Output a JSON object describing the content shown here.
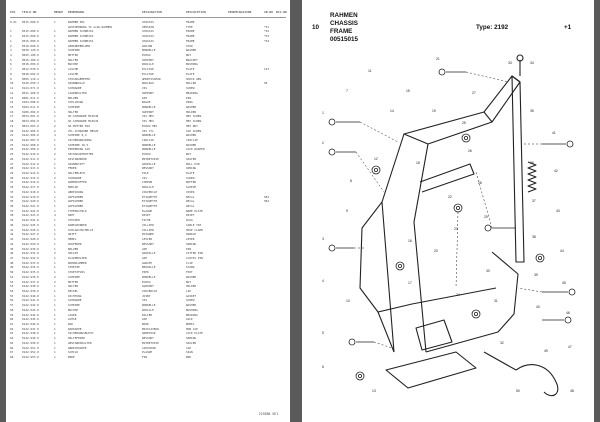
{
  "header": {
    "cols": [
      "POS",
      "TEILE-NR",
      "MENGE",
      "BENENNUNG",
      "DESIGNATION",
      "DESCRIPTION",
      "DENOMINAZIONE",
      "AB-NR",
      "BIS-NR"
    ],
    "page_ref": "PL-1-A"
  },
  "rows": [
    {
      "pos": "0.01",
      "part": "0515.000.0",
      "qty": "1",
      "name": "RAHMEN KPL",
      "desig": "CHASSIS",
      "desc": "FRAME"
    },
    {
      "pos": "",
      "part": "",
      "qty": "",
      "name": "AUSFUEHRUNG T4 2+SK-RAHMEN",
      "desig": "VERSION",
      "desc": "TYPE",
      "note": "*01"
    },
    {
      "pos": "1",
      "part": "0515.000.0",
      "qty": "1",
      "name": "RAHMEN SCHWEISS",
      "desig": "CHASSIS",
      "desc": "FRAME",
      "note": "*02"
    },
    {
      "pos": "1",
      "part": "0515.000.0",
      "qty": "1",
      "name": "RAHMEN SCHWEISS",
      "desig": "CHASSIS",
      "desc": "FRAME",
      "note": "*03"
    },
    {
      "pos": "1",
      "part": "0515.000.0",
      "qty": "1",
      "name": "RAHMEN SCHWEISS",
      "desig": "CHASSIS",
      "desc": "FRAME",
      "note": "*04"
    },
    {
      "pos": "2",
      "part": "0516.000.0",
      "qty": "1",
      "name": "GEWINDEBOLZEN",
      "desig": "GOUJON",
      "desc": "STUD"
    },
    {
      "pos": "3",
      "part": "0030.120.0",
      "qty": "1",
      "name": "SCHEIBE",
      "desig": "RONDELLE",
      "desc": "WASHER"
    },
    {
      "pos": "4",
      "part": "0025.100.0",
      "qty": "1",
      "name": "MUTTER",
      "desig": "ECROU",
      "desc": "NUT"
    },
    {
      "pos": "5",
      "part": "0015.200.0",
      "qty": "1",
      "name": "HALTER",
      "desig": "SUPPORT",
      "desc": "BRACKET"
    },
    {
      "pos": "6",
      "part": "0518.009.0",
      "qty": "1",
      "name": "BUCHSE",
      "desig": "DOUILLE",
      "desc": "BUSHING"
    },
    {
      "pos": "7",
      "part": "0012.030.0",
      "qty": "1",
      "name": "LASCHE",
      "desig": "ECLISSE",
      "desc": "PLATE",
      "note": "123"
    },
    {
      "pos": "8",
      "part": "0018.002.0",
      "qty": "1",
      "name": "LASCHE",
      "desig": "ECLISSE",
      "desc": "PLATE"
    },
    {
      "pos": "9",
      "part": "0095.110.4",
      "qty": "1",
      "name": "STOSSDAEMPFER",
      "desig": "AMORTISSEUR",
      "desc": "SHOCK ABS."
    },
    {
      "pos": "10",
      "part": "0120.050.3",
      "qty": "1",
      "name": "SPANNROLLE",
      "desig": "ROULEAU",
      "desc": "ROLLER",
      "note": "58"
    },
    {
      "pos": "11",
      "part": "0124.071.0",
      "qty": "1",
      "name": "SCHRAUBE",
      "desig": "VIS",
      "desc": "SCREW"
    },
    {
      "pos": "12",
      "part": "0011.400.0",
      "qty": "1",
      "name": "LAGERHALTER",
      "desig": "SUPPORT",
      "desc": "BEARING"
    },
    {
      "pos": "13",
      "part": "0081.011.0",
      "qty": "1",
      "name": "BOLZEN",
      "desig": "AXE",
      "desc": "PIN"
    },
    {
      "pos": "14",
      "part": "0184.008.0",
      "qty": "1",
      "name": "STELLRING",
      "desig": "BAGUE",
      "desc": "RING"
    },
    {
      "pos": "15",
      "part": "0184.011.0",
      "qty": "1",
      "name": "SCHEIBE",
      "desig": "RONDELLE",
      "desc": "WASHER"
    },
    {
      "pos": "16",
      "part": "0186.002.0",
      "qty": "1",
      "name": "HALTER",
      "desig": "SUPPORT",
      "desc": "HOLDER"
    },
    {
      "pos": "17",
      "part": "0034.001.0",
      "qty": "1",
      "name": "SK-SCHRAUBE M10X40",
      "desig": "VIS HEX",
      "desc": "HEX SCREW"
    },
    {
      "pos": "18",
      "part": "0034.002.0",
      "qty": "1",
      "name": "SK-SCHRAUBE M10X45",
      "desig": "VIS HEX",
      "desc": "HEX SCREW"
    },
    {
      "pos": "19",
      "part": "0034.003.0",
      "qty": "2",
      "name": "SK-MUTTER M10",
      "desig": "ECROU HEX",
      "desc": "HEX NUT"
    },
    {
      "pos": "20",
      "part": "0142.905.0",
      "qty": "2",
      "name": "ZYL-SCHRAUBE M8X20",
      "desig": "VIS CYL",
      "desc": "CAP SCREW"
    },
    {
      "pos": "21",
      "part": "0142.906.0",
      "qty": "4",
      "name": "SCHEIBE 8,4",
      "desig": "RONDELLE",
      "desc": "WASHER"
    },
    {
      "pos": "22",
      "part": "0142.907.0",
      "qty": "1",
      "name": "SICHERUNGSRING",
      "desig": "CIRCLIP",
      "desc": "CIRCLIP"
    },
    {
      "pos": "23",
      "part": "0142.908.0",
      "qty": "1",
      "name": "SCHEIBE 10,5",
      "desig": "RONDELLE",
      "desc": "WASHER"
    },
    {
      "pos": "24",
      "part": "0142.909.0",
      "qty": "2",
      "name": "FEDERRING A10",
      "desig": "RONDELLE",
      "desc": "LOCK WASHER"
    },
    {
      "pos": "25",
      "part": "0142.910.0",
      "qty": "2",
      "name": "SECHSKANTMUTTER",
      "desig": "ECROU",
      "desc": "NUT"
    },
    {
      "pos": "26",
      "part": "0142.911.0",
      "qty": "1",
      "name": "DISTANZROHR",
      "desig": "ENTRETOISE",
      "desc": "SPACER"
    },
    {
      "pos": "27",
      "part": "0142.912.0",
      "qty": "1",
      "name": "SPANNSTIFT",
      "desig": "GOUPILLE",
      "desc": "ROLL PIN"
    },
    {
      "pos": "28",
      "part": "0142.913.0",
      "qty": "1",
      "name": "FEDER",
      "desig": "RESSORT",
      "desc": "SPRING"
    },
    {
      "pos": "29",
      "part": "0142.914.0",
      "qty": "1",
      "name": "HALTEBLECH",
      "desig": "TOLE",
      "desc": "PLATE"
    },
    {
      "pos": "30",
      "part": "0142.915.0",
      "qty": "2",
      "name": "SCHRAUBE",
      "desig": "VIS",
      "desc": "SCREW"
    },
    {
      "pos": "31",
      "part": "0142.916.0",
      "qty": "1",
      "name": "GUMMIPUFFER",
      "desig": "TAMPON",
      "desc": "BUFFER"
    },
    {
      "pos": "32",
      "part": "0142.917.0",
      "qty": "1",
      "name": "HUELSE",
      "desig": "DOUILLE",
      "desc": "SLEEVE"
    },
    {
      "pos": "33",
      "part": "0142.918.0",
      "qty": "1",
      "name": "ABDECKUNG",
      "desig": "COUVERCLE",
      "desc": "COVER"
    },
    {
      "pos": "34",
      "part": "0142.919.0",
      "qty": "1",
      "name": "AUFKLEBER",
      "desig": "ETIQUETTE",
      "desc": "DECAL",
      "note": "582"
    },
    {
      "pos": "35",
      "part": "0142.920.0",
      "qty": "1",
      "name": "AUFKLEBER",
      "desig": "ETIQUETTE",
      "desc": "DECAL",
      "note": "582"
    },
    {
      "pos": "36",
      "part": "0142.921.0",
      "qty": "1",
      "name": "AUFKLEBER",
      "desig": "ETIQUETTE",
      "desc": "DECAL"
    },
    {
      "pos": "37",
      "part": "0142.922.0",
      "qty": "1",
      "name": "TYPENSCHILD",
      "desig": "PLAQUE",
      "desc": "NAME PLATE"
    },
    {
      "pos": "38",
      "part": "0142.923.0",
      "qty": "4",
      "name": "NIET",
      "desig": "RIVET",
      "desc": "RIVET"
    },
    {
      "pos": "39",
      "part": "0142.924.0",
      "qty": "1",
      "name": "STECKER",
      "desig": "FICHE",
      "desc": "PLUG"
    },
    {
      "pos": "40",
      "part": "0142.925.0",
      "qty": "1",
      "name": "KABELBINDER",
      "desig": "COLLIER",
      "desc": "CABLE TIE"
    },
    {
      "pos": "41",
      "part": "0142.926.0",
      "qty": "1",
      "name": "SCHLAUCHSCHELLE",
      "desig": "COLLIER",
      "desc": "HOSE CLAMP"
    },
    {
      "pos": "42",
      "part": "0142.927.0",
      "qty": "1",
      "name": "GRIFF",
      "desig": "POIGNEE",
      "desc": "HANDLE"
    },
    {
      "pos": "43",
      "part": "0142.928.0",
      "qty": "1",
      "name": "HEBEL",
      "desig": "LEVIER",
      "desc": "LEVER"
    },
    {
      "pos": "44",
      "part": "0142.929.0",
      "qty": "1",
      "name": "ZUGFEDER",
      "desig": "RESSORT",
      "desc": "SPRING"
    },
    {
      "pos": "45",
      "part": "0142.930.0",
      "qty": "1",
      "name": "BOLZEN",
      "desig": "AXE",
      "desc": "PIN"
    },
    {
      "pos": "46",
      "part": "0142.931.0",
      "qty": "2",
      "name": "SPLINT",
      "desig": "GOUPILLE",
      "desc": "COTTER PIN"
    },
    {
      "pos": "47",
      "part": "0142.932.0",
      "qty": "1",
      "name": "KLAPPBOLZEN",
      "desig": "AXE",
      "desc": "CLEVIS PIN"
    },
    {
      "pos": "48",
      "part": "0142.933.0",
      "qty": "1",
      "name": "ROHRKLAMMER",
      "desig": "AGRAFE",
      "desc": "CLIP"
    },
    {
      "pos": "49",
      "part": "0142.934.0",
      "qty": "1",
      "name": "STUETZE",
      "desig": "BEQUILLE",
      "desc": "STAND"
    },
    {
      "pos": "50",
      "part": "0142.935.0",
      "qty": "1",
      "name": "STUETZFUSS",
      "desig": "PIED",
      "desc": "FOOT"
    },
    {
      "pos": "51",
      "part": "0142.936.0",
      "qty": "2",
      "name": "SCHEIBE",
      "desig": "RONDELLE",
      "desc": "WASHER"
    },
    {
      "pos": "52",
      "part": "0142.937.0",
      "qty": "2",
      "name": "MUTTER",
      "desig": "ECROU",
      "desc": "NUT"
    },
    {
      "pos": "53",
      "part": "0142.938.0",
      "qty": "1",
      "name": "HALTER",
      "desig": "SUPPORT",
      "desc": "HOLDER"
    },
    {
      "pos": "54",
      "part": "0142.939.0",
      "qty": "1",
      "name": "DECKEL",
      "desig": "COUVERCLE",
      "desc": "LID"
    },
    {
      "pos": "55",
      "part": "0142.940.0",
      "qty": "1",
      "name": "DICHTUNG",
      "desig": "JOINT",
      "desc": "GASKET"
    },
    {
      "pos": "56",
      "part": "0142.941.0",
      "qty": "1",
      "name": "SCHRAUBE",
      "desig": "VIS",
      "desc": "SCREW"
    },
    {
      "pos": "57",
      "part": "0142.942.0",
      "qty": "1",
      "name": "SCHEIBE",
      "desig": "RONDELLE",
      "desc": "WASHER"
    },
    {
      "pos": "58",
      "part": "0142.943.0",
      "qty": "1",
      "name": "BUCHSE",
      "desig": "DOUILLE",
      "desc": "BUSHING"
    },
    {
      "pos": "59",
      "part": "0142.944.0",
      "qty": "1",
      "name": "LAGER",
      "desig": "PALIER",
      "desc": "BEARING"
    },
    {
      "pos": "60",
      "part": "0142.945.0",
      "qty": "1",
      "name": "ACHSE",
      "desig": "AXE",
      "desc": "AXLE"
    },
    {
      "pos": "61",
      "part": "0142.946.0",
      "qty": "1",
      "name": "RAD",
      "desig": "ROUE",
      "desc": "WHEEL"
    },
    {
      "pos": "62",
      "part": "0142.947.0",
      "qty": "1",
      "name": "RADKAPPE",
      "desig": "ENJOLIVEUR",
      "desc": "HUB CAP"
    },
    {
      "pos": "63",
      "part": "0142.948.0",
      "qty": "1",
      "name": "SICHERUNGSBLECH",
      "desig": "ARRETOIR",
      "desc": "LOCK PLATE"
    },
    {
      "pos": "64",
      "part": "0142.949.0",
      "qty": "1",
      "name": "HALTEFEDER",
      "desig": "RESSORT",
      "desc": "SPRING"
    },
    {
      "pos": "65",
      "part": "0142.950.0",
      "qty": "1",
      "name": "ABSTANDSHALTER",
      "desig": "ENTRETOISE",
      "desc": "SPACER"
    },
    {
      "pos": "66",
      "part": "0142.951.0",
      "qty": "1",
      "name": "ABDECKKAPPE",
      "desig": "CAPUCHON",
      "desc": "CAP"
    },
    {
      "pos": "67",
      "part": "0142.952.0",
      "qty": "1",
      "name": "SCHILD",
      "desig": "PLAQUE",
      "desc": "SIGN"
    },
    {
      "pos": "68",
      "part": "0142.953.0",
      "qty": "1",
      "name": "ENDE",
      "desig": "FIN",
      "desc": "END"
    }
  ],
  "left_footer": "2192B0 SE1",
  "title": {
    "fig_no": "10",
    "lines": [
      "RAHMEN",
      "CHASSIS",
      "FRAME",
      "00515015"
    ],
    "type_label": "Type: 2192",
    "plus": "+1"
  },
  "diagram": {
    "callouts": [
      "1",
      "2",
      "3",
      "4",
      "5",
      "6",
      "7",
      "8",
      "9",
      "10",
      "11",
      "12",
      "13",
      "14",
      "15",
      "16",
      "17",
      "18",
      "19",
      "20",
      "21",
      "22",
      "23",
      "24",
      "25",
      "26",
      "27",
      "28",
      "29",
      "30",
      "31",
      "32",
      "33",
      "34",
      "35",
      "36",
      "37",
      "38",
      "39",
      "40",
      "41",
      "42",
      "43",
      "44",
      "45",
      "46",
      "47",
      "48",
      "49",
      "50"
    ]
  }
}
